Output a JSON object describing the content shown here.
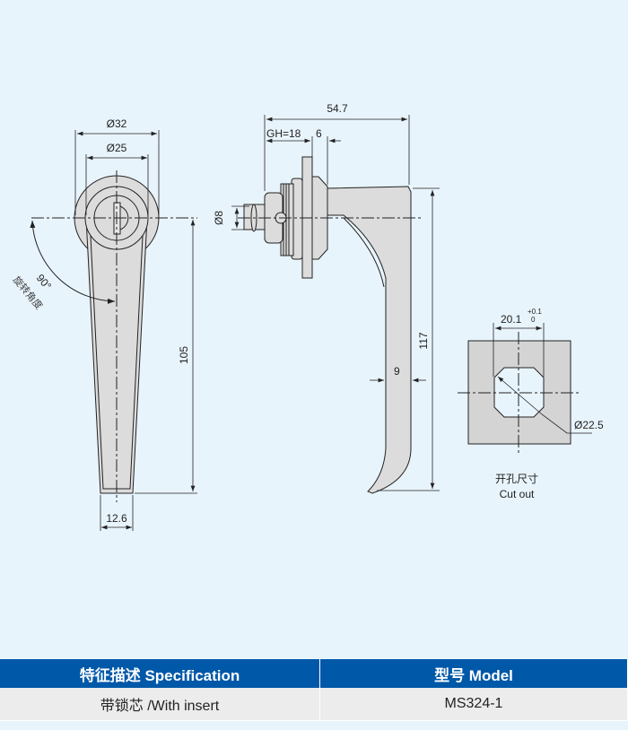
{
  "drawing": {
    "front_view": {
      "dia_outer": "Ø32",
      "dia_inner": "Ø25",
      "height": "105",
      "bottom_width": "12.6",
      "angle": "90°",
      "angle_label": "旋转角度"
    },
    "side_view": {
      "total_length": "54.7",
      "grip_height": "GH=18",
      "flange": "6",
      "pin_dia": "Ø8",
      "height": "117",
      "thickness": "9"
    },
    "cutout": {
      "width": "20.1",
      "tol_upper": "+0.1",
      "tol_lower": "0",
      "diagonal": "Ø22.5",
      "label_cn": "开孔尺寸",
      "label_en": "Cut out"
    }
  },
  "table": {
    "headers": [
      "特征描述 Specification",
      "型号 Model"
    ],
    "rows": [
      [
        "带锁芯 /With insert",
        "MS324-1"
      ]
    ]
  },
  "colors": {
    "header_bg": "#0058a8",
    "row_bg": "#ececec",
    "page_bg": "#e8f4fc",
    "part_fill": "#dcdcdc"
  }
}
